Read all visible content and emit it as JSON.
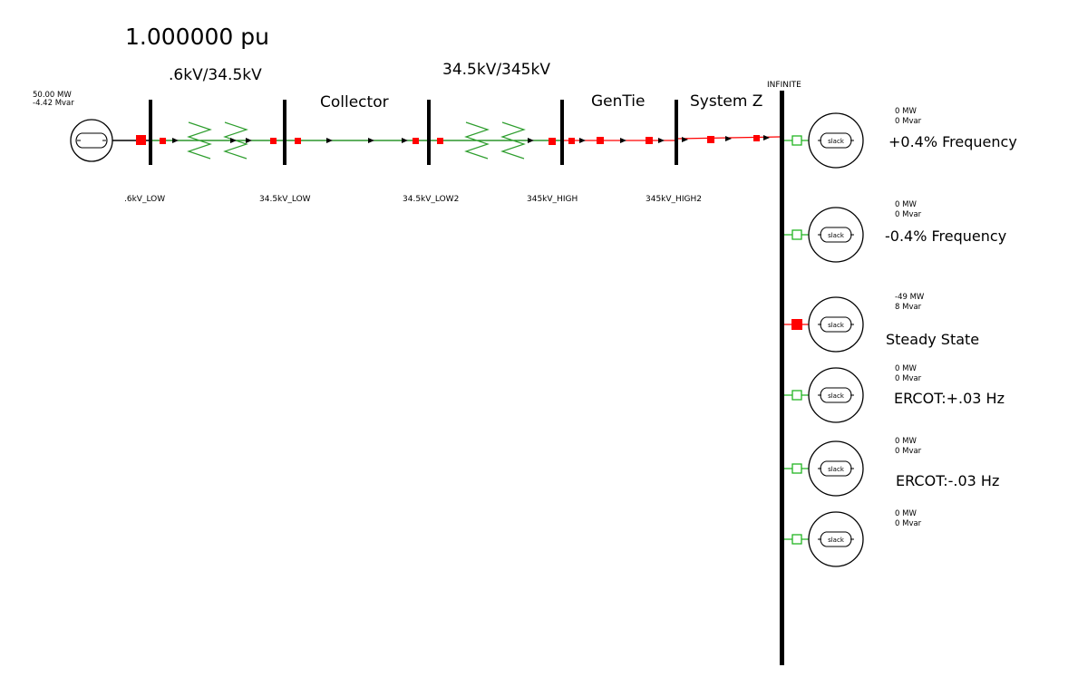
{
  "diagram": {
    "voltage_readout": "1.000000 pu",
    "section_labels": {
      "xfmr1": ".6kV/34.5kV",
      "collector": "Collector",
      "xfmr2": "34.5kV/345kV",
      "gentie": "GenTie",
      "systemz": "System Z"
    },
    "buses": {
      "b1": ".6kV_LOW",
      "b2": "34.5kV_LOW",
      "b3": "34.5kV_LOW2",
      "b4": "345kV_HIGH",
      "b5": "345kV_HIGH2",
      "infinite": "INFINITE"
    },
    "generator": {
      "mw": "50.00 MW",
      "mvar": "-4.42 Mvar"
    },
    "slack_label": "slack",
    "slack_units": [
      {
        "mw": "0 MW",
        "mvar": "0 Mvar",
        "label": "+0.4% Frequency",
        "breaker": "open"
      },
      {
        "mw": "0 MW",
        "mvar": "0 Mvar",
        "label": "-0.4% Frequency",
        "breaker": "open"
      },
      {
        "mw": "-49 MW",
        "mvar": "8 Mvar",
        "label": "Steady State",
        "breaker": "closed"
      },
      {
        "mw": "0 MW",
        "mvar": "0 Mvar",
        "label": "ERCOT:+.03 Hz",
        "breaker": "open"
      },
      {
        "mw": "0 MW",
        "mvar": "0 Mvar",
        "label": "ERCOT:-.03 Hz",
        "breaker": "open"
      },
      {
        "mw": "0 MW",
        "mvar": "0 Mvar",
        "label": "",
        "breaker": "open"
      }
    ],
    "colors": {
      "bus": "#000000",
      "low_side_line": "#008000",
      "transformer": "#2e9e2e",
      "high_side_line": "#ff0000",
      "closed_breaker": "#ff0000",
      "open_breaker": "#22b522",
      "flow_arrow": "#000000"
    }
  }
}
